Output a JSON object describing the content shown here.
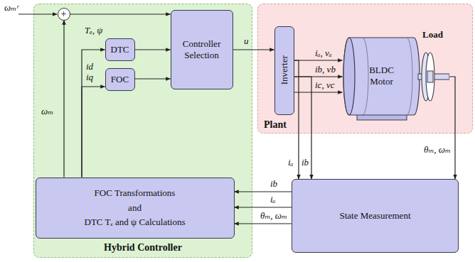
{
  "diagram": {
    "nodes": [
      {
        "text": [
          "Hybrid Controller"
        ]
      },
      {
        "text": [
          "+"
        ],
        "in": 0
      },
      {
        "text": [
          "DTC"
        ],
        "in": 0
      },
      {
        "text": [
          "FOC"
        ],
        "in": 0
      },
      {
        "text": [
          "Controller Selection"
        ],
        "in": 0
      },
      {
        "text": [
          "FOC Transformations",
          "and",
          "DTC Tₑ and ψ Calculations"
        ],
        "in": 0
      },
      {
        "text": [
          "Plant"
        ]
      },
      {
        "text": [
          "Inverter"
        ],
        "in": 6
      },
      {
        "text": [
          "BLDC Motor"
        ],
        "in": 6
      },
      {
        "text": [
          "State Measurement"
        ]
      }
    ],
    "edges": [
      {
        "from": 5,
        "to": 1,
        "arrow": "to",
        "label": "ωₘ"
      },
      {
        "from": 1,
        "to": 4,
        "arrow": "to"
      },
      {
        "from": 5,
        "to": 2,
        "arrow": "to",
        "label": "Tₑ, ψ"
      },
      {
        "from": 5,
        "to": 3,
        "arrow": "to",
        "label": "id iq"
      },
      {
        "from": 2,
        "to": 4,
        "arrow": "to"
      },
      {
        "from": 3,
        "to": 4,
        "arrow": "to"
      },
      {
        "from": 4,
        "to": 7,
        "arrow": "to",
        "label": "u"
      },
      {
        "from": 7,
        "to": 8,
        "arrow": "to",
        "label": "iₐ, vₐ"
      },
      {
        "from": 7,
        "to": 8,
        "arrow": "to",
        "label": "ib, vb"
      },
      {
        "from": 7,
        "to": 8,
        "arrow": "to",
        "label": "ic, vc"
      },
      {
        "from": 7,
        "to": 9,
        "arrow": "to",
        "label": "iₐ"
      },
      {
        "from": 7,
        "to": 9,
        "arrow": "to",
        "label": "ib"
      },
      {
        "from": 8,
        "to": 9,
        "arrow": "to",
        "label": "θₘ, ωₘ"
      },
      {
        "from": 9,
        "to": 5,
        "arrow": "to",
        "label": "ib"
      },
      {
        "from": 9,
        "to": 5,
        "arrow": "to",
        "label": "iₐ"
      },
      {
        "from": 9,
        "to": 5,
        "arrow": "to",
        "label": "θₘ, ωₘ"
      }
    ],
    "labels": [
      "ωₘʳ",
      "Load"
    ]
  }
}
